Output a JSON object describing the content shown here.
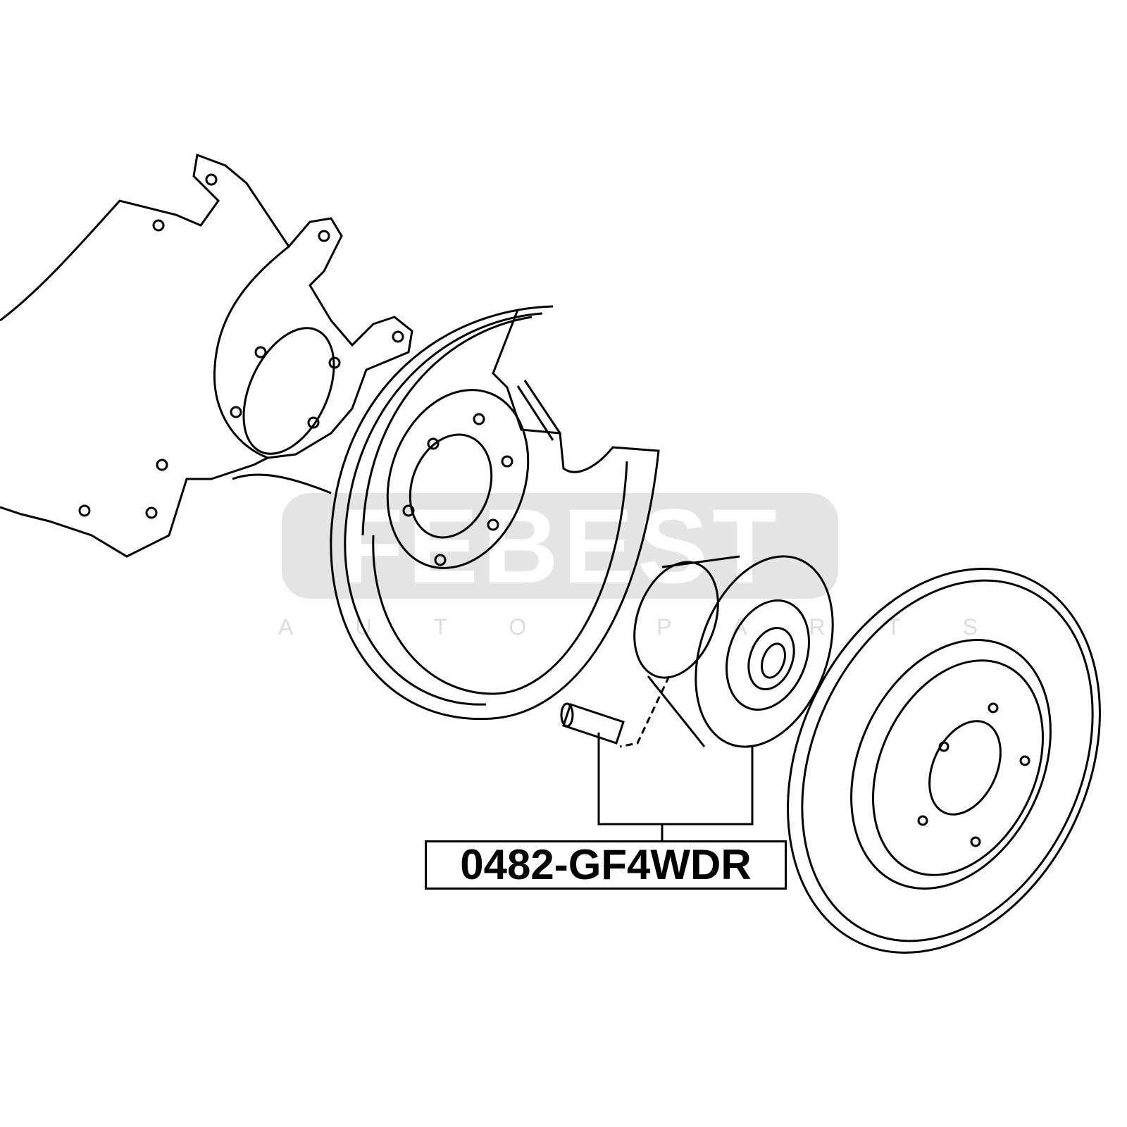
{
  "watermark": {
    "brand": "FEBEST",
    "subtitle": "AUTO PARTS"
  },
  "part_label": "0482-GF4WDR",
  "components": [
    "knuckle",
    "dust-shield",
    "wheel-hub",
    "wheel-stud",
    "brake-disc"
  ],
  "colors": {
    "line": "#000000",
    "watermark": "#e4e4e4"
  }
}
